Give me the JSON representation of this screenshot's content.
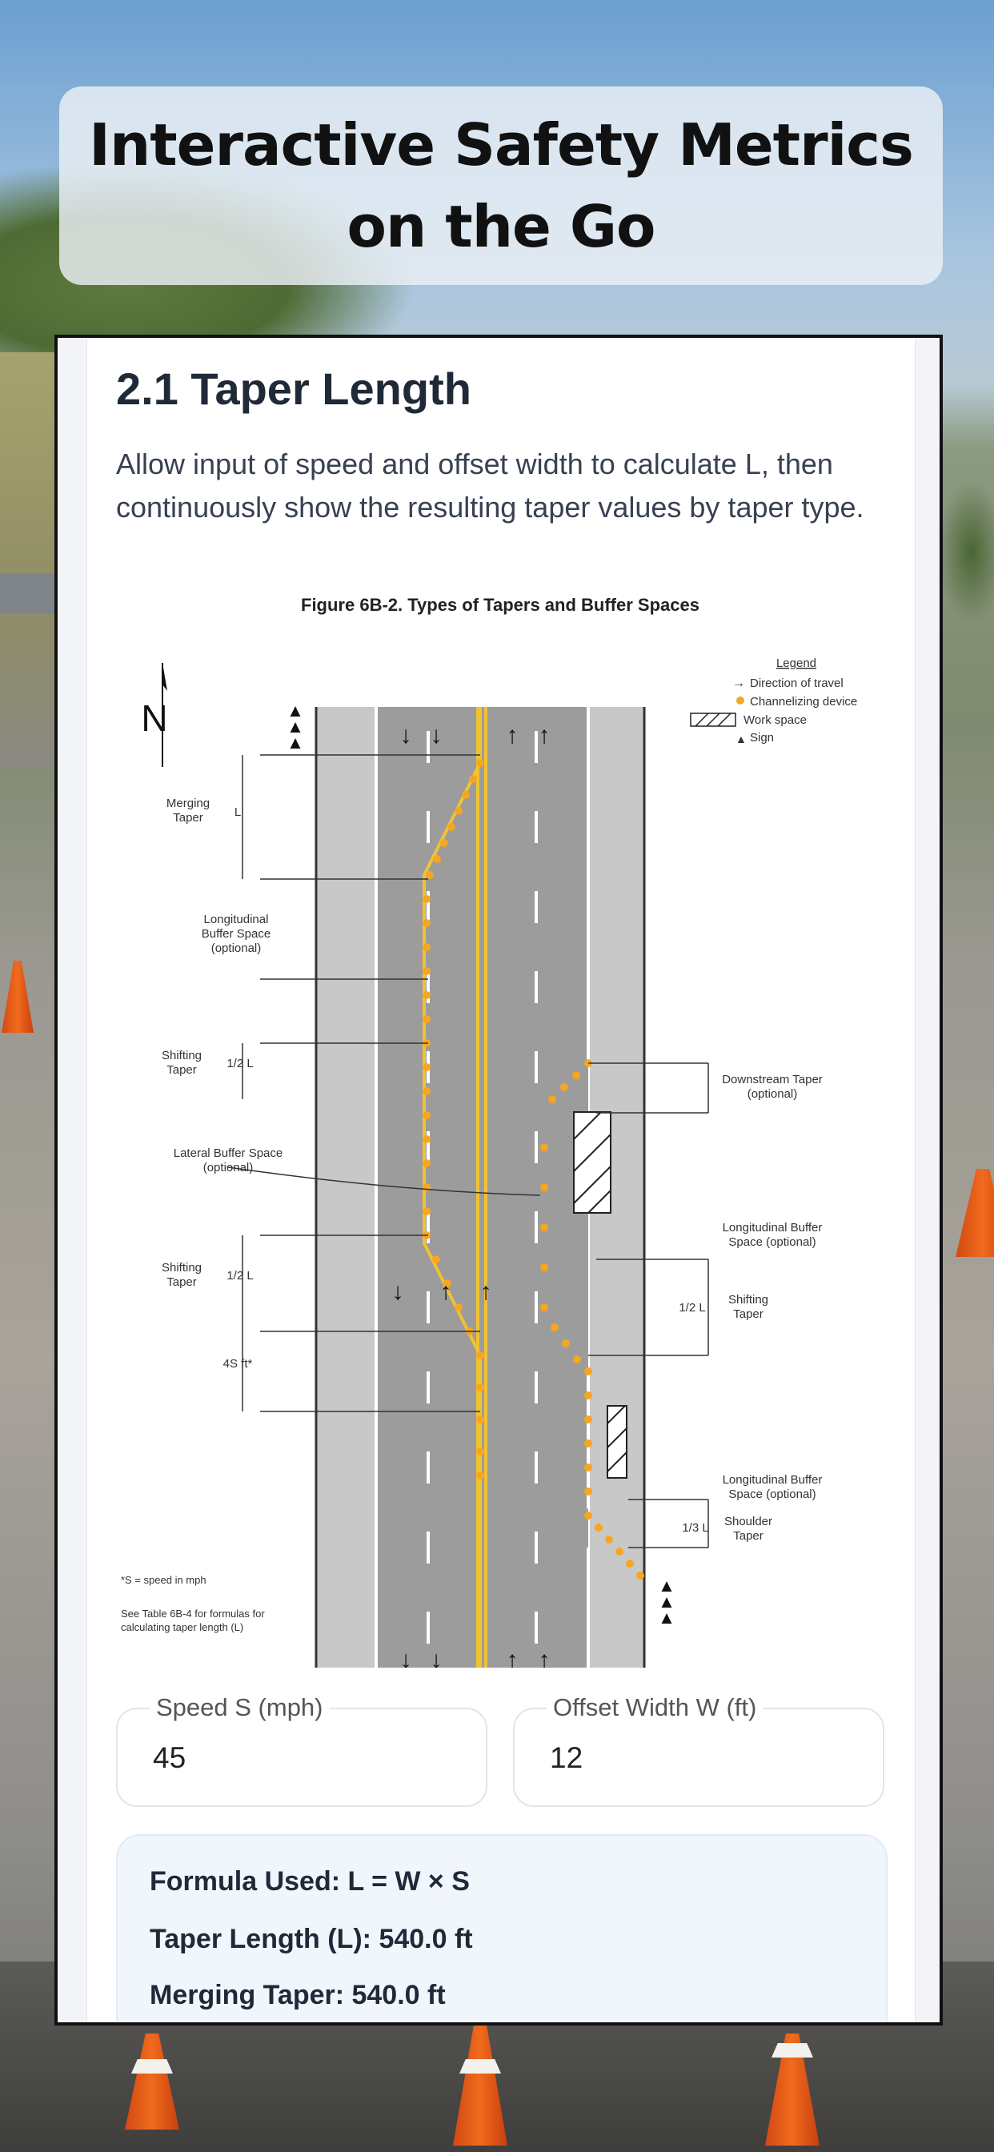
{
  "title": {
    "line1": "Interactive Safety Metrics",
    "line2": "on the Go"
  },
  "section": {
    "heading": "2.1 Taper Length",
    "description": "Allow input of speed and offset width to calculate L, then continuously show the resulting taper values by taper type."
  },
  "figure": {
    "title": "Figure 6B-2.  Types of Tapers and Buffer Spaces",
    "north": "N",
    "legend": {
      "heading": "Legend",
      "items": [
        "Direction of travel",
        "Channelizing device",
        "Work space",
        "Sign"
      ]
    },
    "left_labels": {
      "merging_taper": [
        "Merging",
        "Taper"
      ],
      "merging_L": "L",
      "longitudinal_buffer": [
        "Longitudinal",
        "Buffer Space",
        "(optional)"
      ],
      "shifting_taper_1": [
        "Shifting",
        "Taper"
      ],
      "half_L_1": "1/2 L",
      "lateral_buffer": [
        "Lateral Buffer Space",
        "(optional)"
      ],
      "shifting_taper_2": [
        "Shifting",
        "Taper"
      ],
      "half_L_2": "1/2 L",
      "s_ft": "4S ft*"
    },
    "right_labels": {
      "downstream_taper": [
        "Downstream Taper",
        "(optional)"
      ],
      "longitudinal_buffer_1": [
        "Longitudinal Buffer",
        "Space (optional)"
      ],
      "half_L": "1/2 L",
      "shifting_taper": [
        "Shifting",
        "Taper"
      ],
      "longitudinal_buffer_2": [
        "Longitudinal Buffer",
        "Space (optional)"
      ],
      "third_L": "1/3 L",
      "shoulder_taper": [
        "Shoulder",
        "Taper"
      ]
    },
    "footnotes": [
      "*S = speed in mph",
      "See Table 6B-4 for formulas for",
      "calculating taper length (L)"
    ]
  },
  "inputs": {
    "speed": {
      "label": "Speed S (mph)",
      "value": "45"
    },
    "offset": {
      "label": "Offset Width W (ft)",
      "value": "12"
    }
  },
  "results": {
    "formula": "Formula Used: L = W × S",
    "taper_length": "Taper Length (L): 540.0 ft",
    "merging_taper": "Merging Taper: 540.0 ft"
  },
  "colors": {
    "channelizing": "#f5a623",
    "road": "#9c9c9c",
    "shoulder": "#c8c8c8"
  }
}
